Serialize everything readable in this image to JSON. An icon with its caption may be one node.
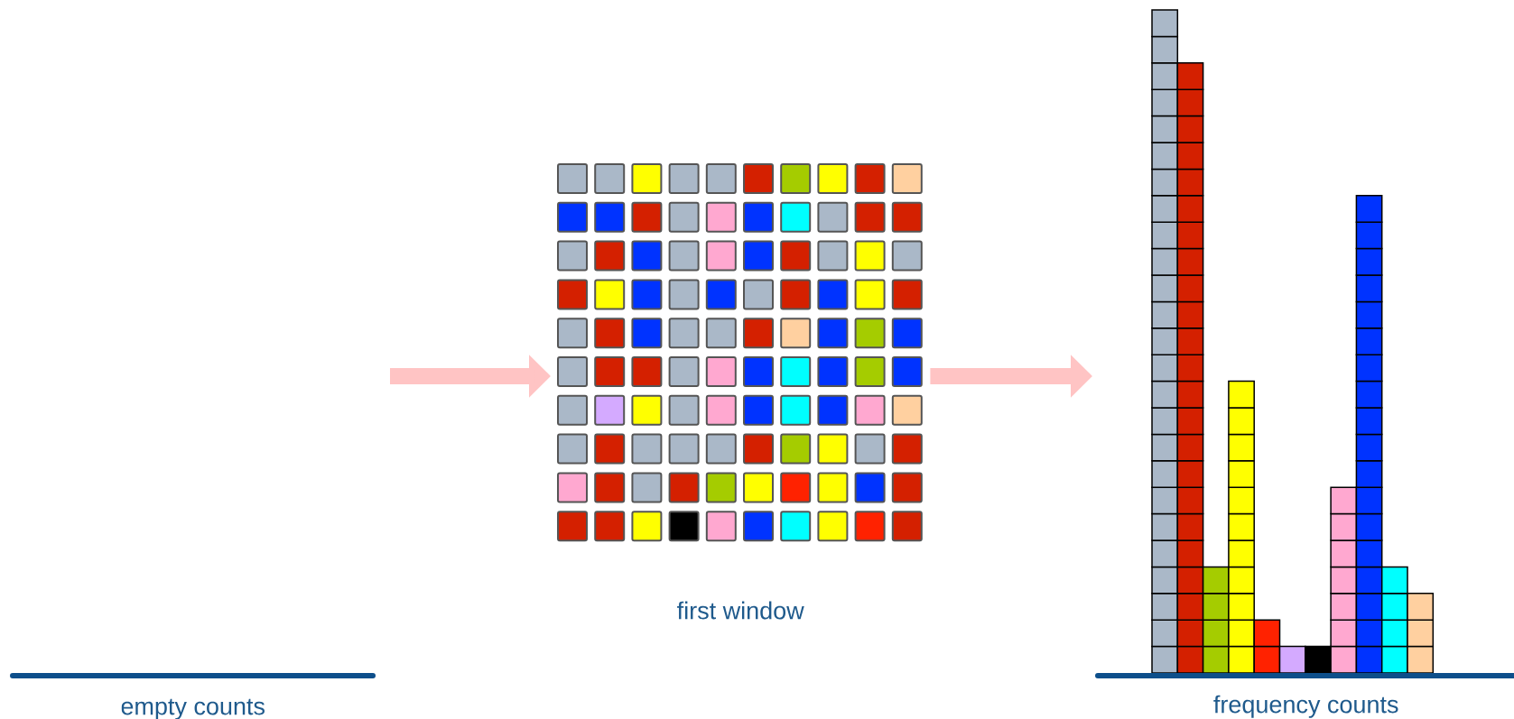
{
  "diagram": {
    "nodes": [
      {
        "text": [
          "empty counts"
        ]
      },
      {
        "text": [
          "first window"
        ]
      },
      {
        "text": [
          "frequency counts"
        ]
      }
    ],
    "edges": [
      {
        "from": null,
        "to": 1,
        "arrow": "to"
      },
      {
        "from": 1,
        "to": 2,
        "arrow": "to"
      }
    ]
  }
}
